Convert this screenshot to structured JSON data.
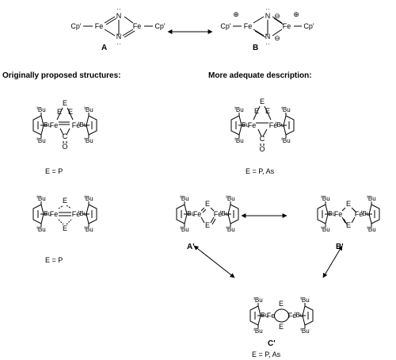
{
  "headings": {
    "left": "Originally proposed structures:",
    "right": "More adequate description:"
  },
  "top": {
    "label_A": "A",
    "label_B": "B",
    "atoms": {
      "cp": "Cp'",
      "fe": "Fe",
      "n": "N"
    },
    "charges": {
      "plus": "⊕",
      "minus": "⊖"
    }
  },
  "atoms": {
    "fe": "Fe",
    "e": "E",
    "c": "C",
    "o": "O",
    "tbu_sup": "t",
    "tbu": "Bu"
  },
  "captions": {
    "struct1": "E = P",
    "struct2": "E = P, As",
    "struct3": "E = P",
    "label_A_prime": "A'",
    "label_B_prime": "B'",
    "label_C_prime": "C'",
    "struct_c": "E = P, As"
  },
  "colors": {
    "ink": "#000000",
    "background": "#ffffff"
  }
}
